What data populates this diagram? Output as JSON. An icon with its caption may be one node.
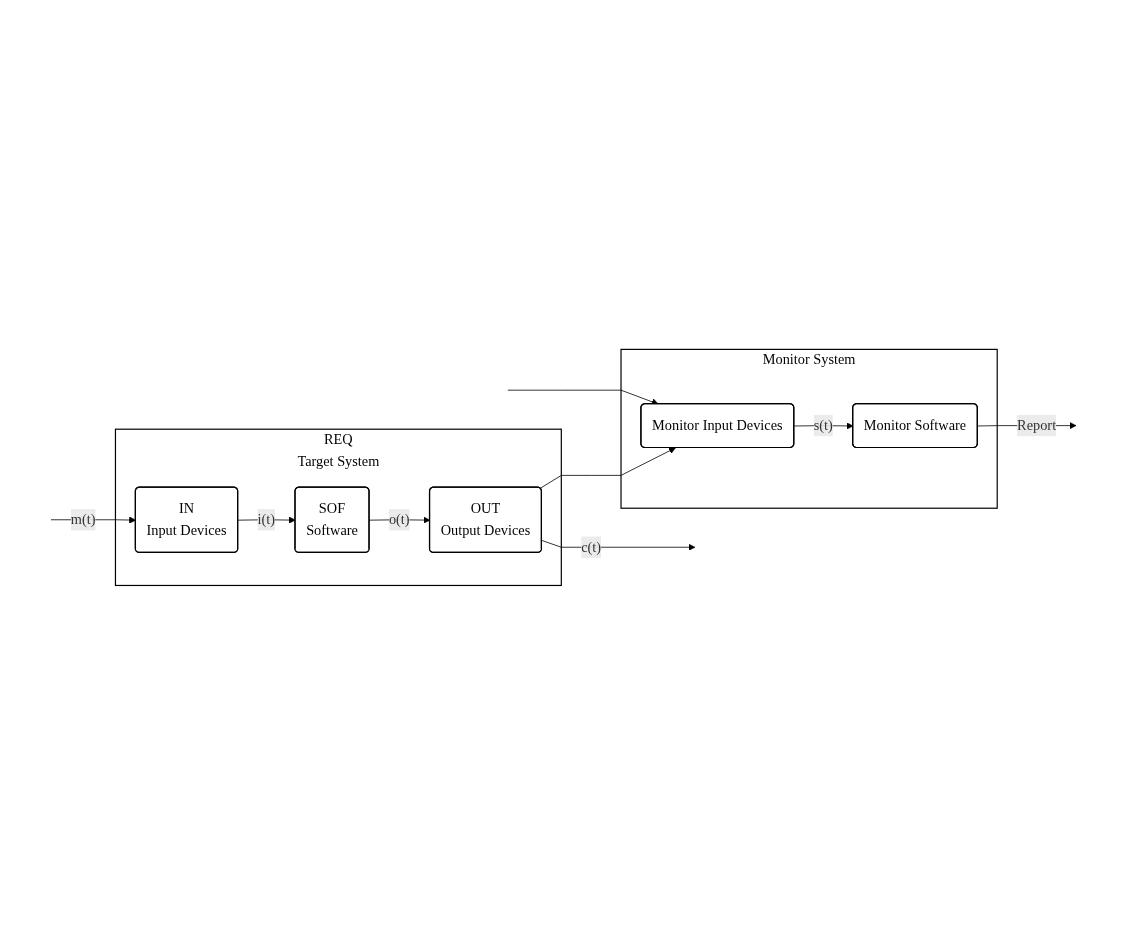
{
  "diagram": {
    "nodes": [
      {
        "text": [
          "REQ",
          "Target System"
        ]
      },
      {
        "text": [
          "IN",
          "Input Devices"
        ],
        "in": 0
      },
      {
        "text": [
          "SOF",
          "Software"
        ],
        "in": 0
      },
      {
        "text": [
          "OUT",
          "Output Devices"
        ],
        "in": 0
      },
      {
        "text": [
          "Monitor System"
        ]
      },
      {
        "text": [
          "Monitor Input Devices"
        ],
        "in": 4
      },
      {
        "text": [
          "Monitor Software"
        ],
        "in": 4
      }
    ],
    "edges": [
      {
        "from": null,
        "to": 1,
        "arrow": "to",
        "label": "m(t)"
      },
      {
        "from": 1,
        "to": 2,
        "arrow": "to",
        "label": "i(t)"
      },
      {
        "from": 2,
        "to": 3,
        "arrow": "to",
        "label": "o(t)"
      },
      {
        "from": 3,
        "to": null,
        "arrow": "to",
        "label": "c(t)"
      },
      {
        "from": null,
        "to": 5,
        "arrow": "to"
      },
      {
        "from": 3,
        "to": 5,
        "arrow": "to"
      },
      {
        "from": 5,
        "to": 6,
        "arrow": "to",
        "label": "s(t)"
      },
      {
        "from": 6,
        "to": null,
        "arrow": "to",
        "label": "Report"
      }
    ]
  }
}
